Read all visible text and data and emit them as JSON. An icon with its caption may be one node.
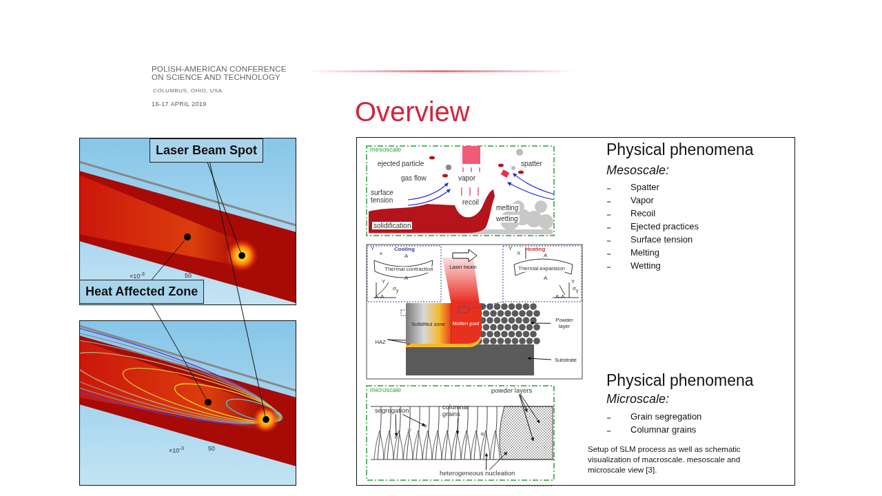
{
  "diagram": {
    "title": "Overview",
    "caption": "Setup of SLM process as well as schematic visualization of macroscale. mesoscale and microscale view [3].",
    "nodes": [
      {
        "text": [
          "Laser Beam Spot"
        ]
      },
      {
        "text": [
          "Heat Affected Zone"
        ]
      },
      {
        "text": [],
        "shape": "circle"
      },
      {
        "text": [],
        "shape": "circle"
      },
      {
        "text": [],
        "shape": "circle"
      },
      {
        "text": [],
        "shape": "circle"
      },
      {
        "text": [
          "Powder layer"
        ]
      },
      {
        "text": [
          "HAZ"
        ]
      },
      {
        "text": [
          "Substrate"
        ]
      },
      {
        "text": [
          "segregation"
        ]
      },
      {
        "text": [
          "columnar grains"
        ]
      },
      {
        "text": [
          "powder layers"
        ]
      },
      {
        "text": [
          "heterogeneous nucleation"
        ]
      },
      {
        "text": [
          "Solidified zone"
        ]
      }
    ],
    "edges": [
      {
        "from": 0,
        "to": 3,
        "arrow": "none"
      },
      {
        "from": 0,
        "to": 5,
        "arrow": "none"
      },
      {
        "from": 1,
        "to": 2,
        "arrow": "none"
      },
      {
        "from": 1,
        "to": 4,
        "arrow": "none"
      },
      {
        "from": 6,
        "to": null,
        "arrow": "to"
      },
      {
        "from": 7,
        "to": 13,
        "arrow": "to"
      },
      {
        "from": 7,
        "to": 13,
        "arrow": "to"
      },
      {
        "from": 8,
        "to": null,
        "arrow": "to"
      },
      {
        "from": 9,
        "to": null,
        "arrow": "to"
      },
      {
        "from": 9,
        "to": null,
        "arrow": "to"
      },
      {
        "from": 10,
        "to": null,
        "arrow": "to"
      },
      {
        "from": 11,
        "to": null,
        "arrow": "to"
      },
      {
        "from": 11,
        "to": null,
        "arrow": "to"
      },
      {
        "from": 11,
        "to": null,
        "arrow": "to"
      },
      {
        "from": 12,
        "to": null,
        "arrow": "to"
      },
      {
        "from": 12,
        "to": null,
        "arrow": "to"
      }
    ],
    "labels": [
      "POLISH-AMERICAN CONFERENCE ON SCIENCE AND TECHNOLOGY",
      "COLUMBUS, OHIO, USA",
      "16-17 APRIL 2019",
      "×10$^{-3}$",
      "50",
      "×10$^{-3}$",
      "50",
      "mesoscale",
      "ejected particle",
      "spatter",
      "gas flow",
      "vapor",
      "surface tension",
      "recoil",
      "melting",
      "wetting",
      "solidification",
      "Y",
      "x",
      "Cooling",
      "A",
      "Thermal contraction",
      "A",
      "Y",
      "σ$_{y}$",
      "A-A",
      "Laser beam",
      "Y",
      "X",
      "Heating",
      "A",
      "Thermal expansion",
      "A",
      "Y",
      "σ$_{y}$",
      "A-A",
      "Molten pool",
      "microscale",
      "Physical phenomena",
      "Mesoscale:",
      "Spatter",
      "Vapor",
      "Recoil",
      "Ejected practices",
      "Surface tension",
      "Melting",
      "Wetting",
      "Physical phenomena",
      "Microscale:",
      "Grain segregation",
      "Columnar grains"
    ]
  }
}
